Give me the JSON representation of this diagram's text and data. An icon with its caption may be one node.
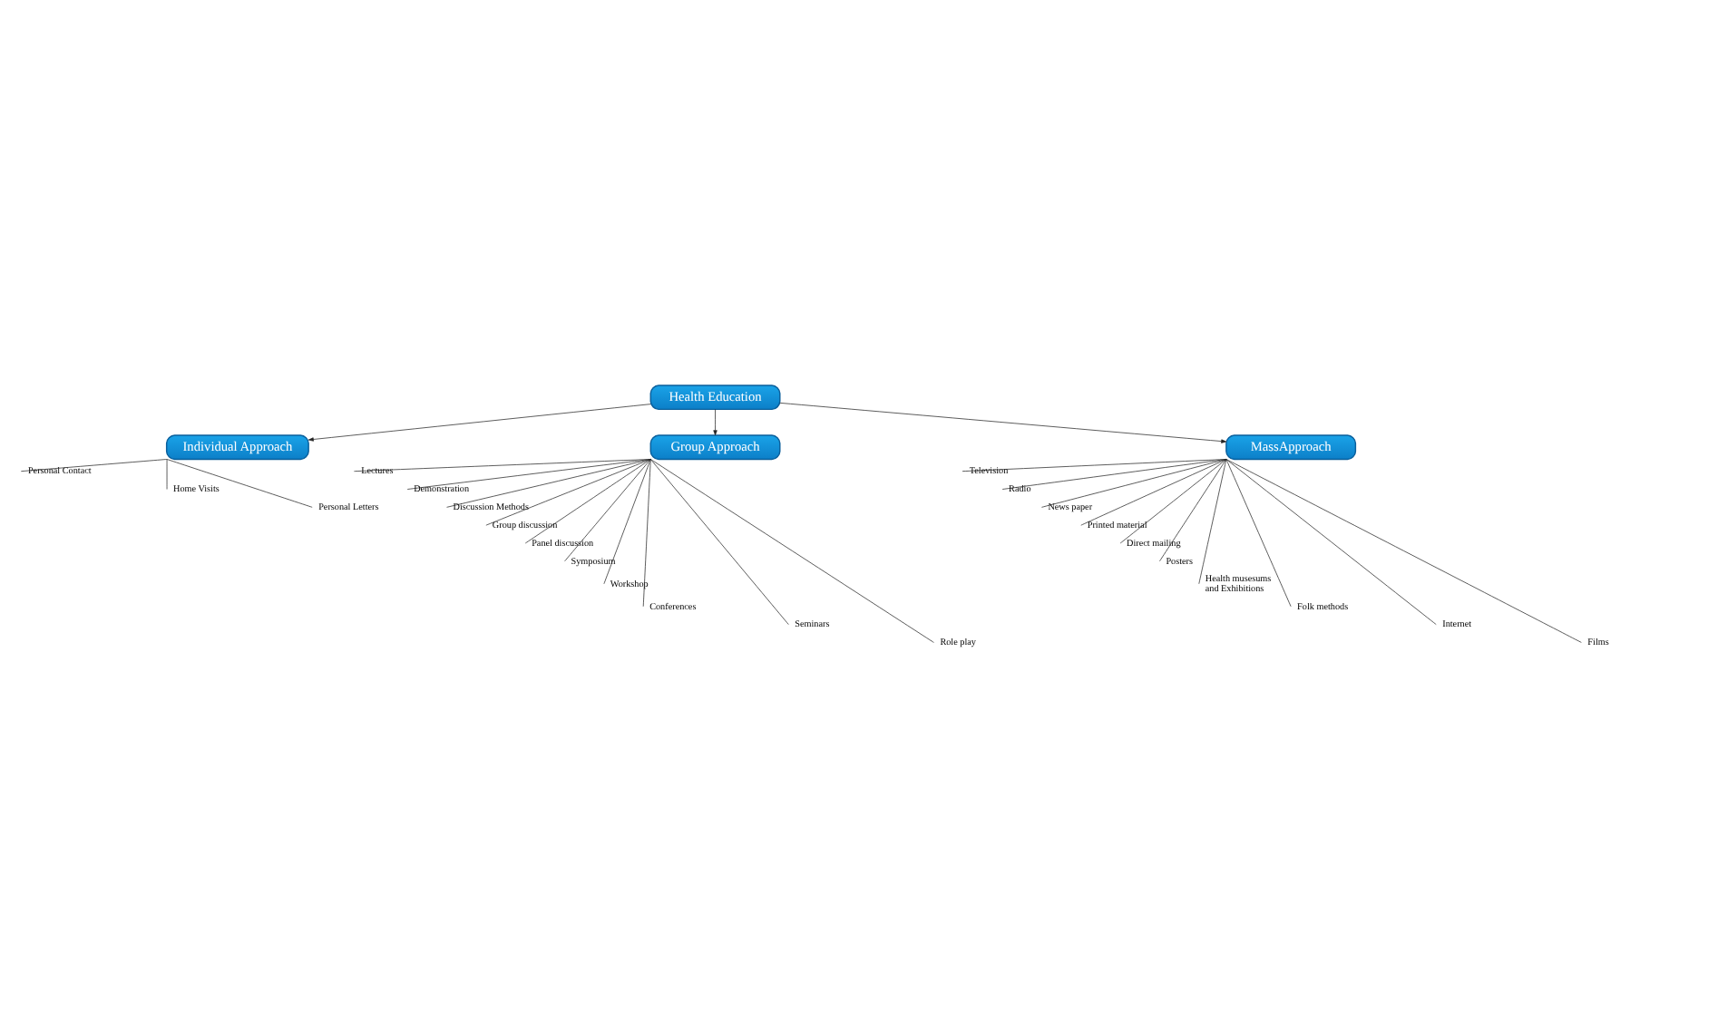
{
  "diagram": {
    "nodes": [
      {
        "text": [
          "Health Education"
        ]
      },
      {
        "text": [
          "Individual Approach"
        ]
      },
      {
        "text": [
          "Group Approach"
        ]
      },
      {
        "text": [
          "MassApproach"
        ]
      },
      {
        "text": [
          "Personal Contact"
        ]
      },
      {
        "text": [
          "Home Visits"
        ]
      },
      {
        "text": [
          "Personal Letters"
        ]
      },
      {
        "text": [
          "Lectures"
        ]
      },
      {
        "text": [
          "Demonstration"
        ]
      },
      {
        "text": [
          "Discussion Methods"
        ]
      },
      {
        "text": [
          "Group discussion"
        ]
      },
      {
        "text": [
          "Panel discussion"
        ]
      },
      {
        "text": [
          "Symposium"
        ]
      },
      {
        "text": [
          "Workshop"
        ]
      },
      {
        "text": [
          "Conferences"
        ]
      },
      {
        "text": [
          "Seminars"
        ]
      },
      {
        "text": [
          "Role play"
        ]
      },
      {
        "text": [
          "Television"
        ]
      },
      {
        "text": [
          "Radio"
        ]
      },
      {
        "text": [
          "News paper"
        ]
      },
      {
        "text": [
          "Printed material"
        ]
      },
      {
        "text": [
          "Direct mailing"
        ]
      },
      {
        "text": [
          "Posters"
        ]
      },
      {
        "text": [
          "Health musesums and Exhibitions"
        ]
      },
      {
        "text": [
          "Folk methods"
        ]
      },
      {
        "text": [
          "Internet"
        ]
      },
      {
        "text": [
          "Films"
        ]
      }
    ],
    "edges": [
      {
        "from": 0,
        "to": 1,
        "arrow": "to"
      },
      {
        "from": 0,
        "to": 2,
        "arrow": "to"
      },
      {
        "from": 0,
        "to": 3,
        "arrow": "to"
      },
      {
        "from": 1,
        "to": 4,
        "arrow": "none"
      },
      {
        "from": 1,
        "to": 5,
        "arrow": "none"
      },
      {
        "from": 1,
        "to": 6,
        "arrow": "none"
      },
      {
        "from": 2,
        "to": 7,
        "arrow": "none"
      },
      {
        "from": 2,
        "to": 8,
        "arrow": "none"
      },
      {
        "from": 2,
        "to": 9,
        "arrow": "none"
      },
      {
        "from": 2,
        "to": 10,
        "arrow": "none"
      },
      {
        "from": 2,
        "to": 11,
        "arrow": "none"
      },
      {
        "from": 2,
        "to": 12,
        "arrow": "none"
      },
      {
        "from": 2,
        "to": 13,
        "arrow": "none"
      },
      {
        "from": 2,
        "to": 14,
        "arrow": "none"
      },
      {
        "from": 2,
        "to": 15,
        "arrow": "none"
      },
      {
        "from": 2,
        "to": 16,
        "arrow": "none"
      },
      {
        "from": 3,
        "to": 17,
        "arrow": "none"
      },
      {
        "from": 3,
        "to": 18,
        "arrow": "none"
      },
      {
        "from": 3,
        "to": 19,
        "arrow": "none"
      },
      {
        "from": 3,
        "to": 20,
        "arrow": "none"
      },
      {
        "from": 3,
        "to": 21,
        "arrow": "none"
      },
      {
        "from": 3,
        "to": 22,
        "arrow": "none"
      },
      {
        "from": 3,
        "to": 23,
        "arrow": "none"
      },
      {
        "from": 3,
        "to": 24,
        "arrow": "none"
      },
      {
        "from": 3,
        "to": 25,
        "arrow": "none"
      },
      {
        "from": 3,
        "to": 26,
        "arrow": "none"
      }
    ]
  }
}
